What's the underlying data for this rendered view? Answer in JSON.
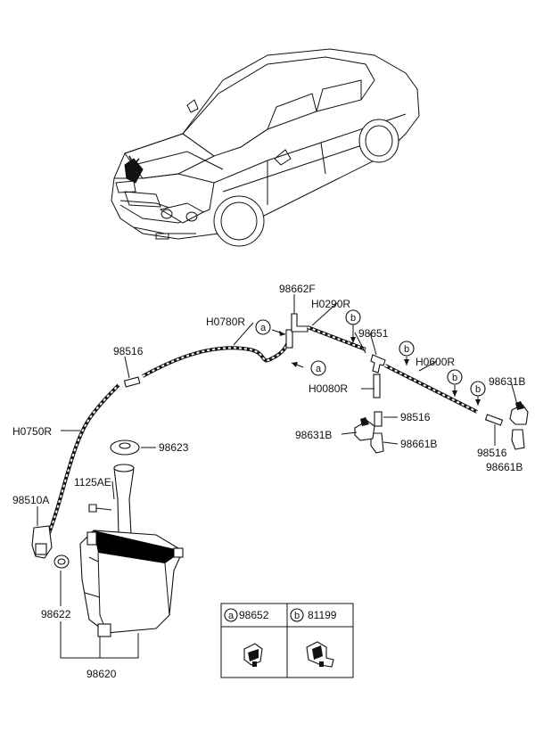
{
  "labels": {
    "p98662F": "98662F",
    "pH0290R": "H0290R",
    "pH0780R": "H0780R",
    "p98651": "98651",
    "p98516_top": "98516",
    "pH0600R": "H0600R",
    "p98631B_right": "98631B",
    "pH0080R": "H0080R",
    "p98516_mid": "98516",
    "p98631B_left": "98631B",
    "p98661B_mid": "98661B",
    "p98516_right": "98516",
    "p98661B_right": "98661B",
    "pH0750R": "H0750R",
    "p98623": "98623",
    "p1125AE": "1125AE",
    "p98510A": "98510A",
    "p98622": "98622",
    "p98620": "98620"
  },
  "callouts": {
    "a": "a",
    "b": "b"
  },
  "legend": {
    "a_letter": "a",
    "a_part": "98652",
    "b_letter": "b",
    "b_part": "81199"
  }
}
